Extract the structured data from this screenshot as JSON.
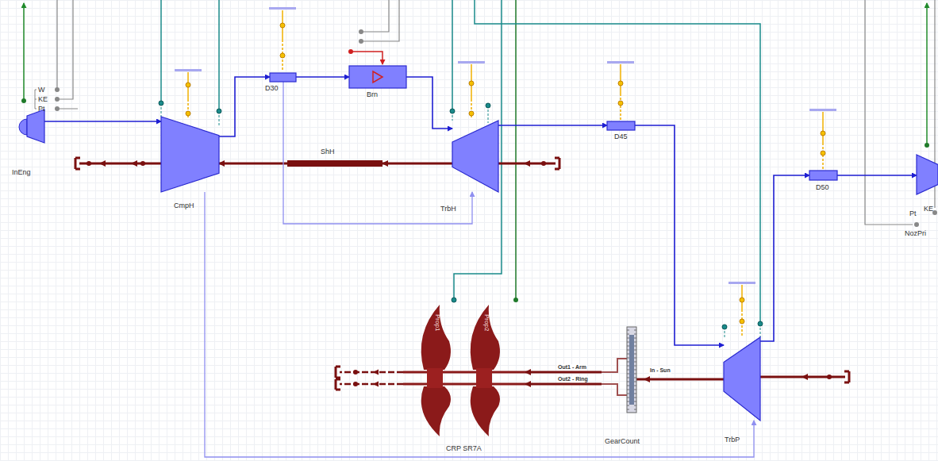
{
  "diagram": {
    "nodes": [
      {
        "text": [
          "InEng"
        ]
      },
      {
        "text": [
          "CmpH"
        ]
      },
      {
        "text": [
          "D30"
        ]
      },
      {
        "text": [
          "Brn"
        ]
      },
      {
        "text": [
          "ShH"
        ]
      },
      {
        "text": [
          "TrbH"
        ]
      },
      {
        "text": [
          "D45"
        ]
      },
      {
        "text": [
          "D50"
        ]
      },
      {
        "text": [
          "NozPri"
        ]
      },
      {
        "text": [
          "CRP SR7A"
        ]
      },
      {
        "text": [
          "GearCount"
        ]
      },
      {
        "text": [
          "TrbP"
        ]
      }
    ],
    "edges": [
      {
        "from": 0,
        "to": 1,
        "arrow": "to"
      },
      {
        "from": 1,
        "to": 2,
        "arrow": "to"
      },
      {
        "from": 2,
        "to": 3,
        "arrow": "to"
      },
      {
        "from": 3,
        "to": 5,
        "arrow": "to"
      },
      {
        "from": 5,
        "to": 6,
        "arrow": "to"
      },
      {
        "from": 6,
        "to": 11,
        "arrow": "to"
      },
      {
        "from": 11,
        "to": 7,
        "arrow": "to"
      },
      {
        "from": 7,
        "to": 8,
        "arrow": "to"
      },
      {
        "from": 5,
        "to": 4,
        "arrow": "to"
      },
      {
        "from": 4,
        "to": 1,
        "arrow": "to"
      },
      {
        "from": 11,
        "to": 10,
        "label": "In - Sun",
        "arrow": "to"
      },
      {
        "from": 10,
        "to": 9,
        "label": "Out1 - Arm",
        "arrow": "to"
      },
      {
        "from": 10,
        "to": 9,
        "label": "Out2 - Ring",
        "arrow": "to"
      },
      {
        "from": 1,
        "to": 11,
        "arrow": "to"
      },
      {
        "from": 2,
        "to": 5,
        "arrow": "to"
      }
    ],
    "labels": [
      "W",
      "KE",
      "Pt",
      "Pt",
      "KE",
      "Prop1",
      "Prop2"
    ]
  }
}
